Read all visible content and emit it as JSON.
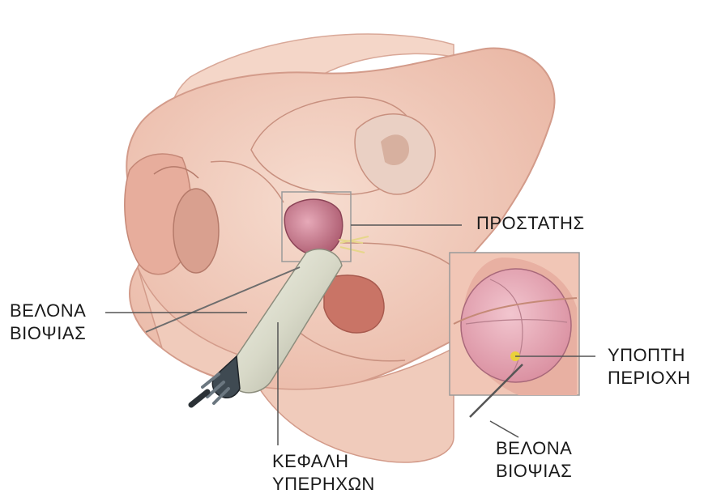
{
  "labels": {
    "prostate": "ΠΡΟΣΤΑΤΗΣ",
    "needle_left": [
      "ΒΕΛΟΝΑ",
      "ΒΙΟΨΙΑΣ"
    ],
    "suspect_area": [
      "ΥΠΟΠΤΗ",
      "ΠΕΡΙΟΧΗ"
    ],
    "needle_right": [
      "ΒΕΛΟΝΑ",
      "ΒΙΟΨΙΑΣ"
    ],
    "probe": [
      "ΚΕΦΑΛΗ",
      "ΥΠΕΡΗΧΩΝ"
    ]
  },
  "colors": {
    "skin": "#f2cfc0",
    "skin_dark": "#e3a99a",
    "tissue": "#e8b3a3",
    "prostate": "#c77a8c",
    "probe": "#e3e4d6",
    "leader": "#555555",
    "box": "#888888",
    "lesion": "#e9d13a"
  },
  "icons": [
    "anatomy-illustration",
    "ultrasound-probe",
    "biopsy-needle",
    "prostate-inset"
  ]
}
